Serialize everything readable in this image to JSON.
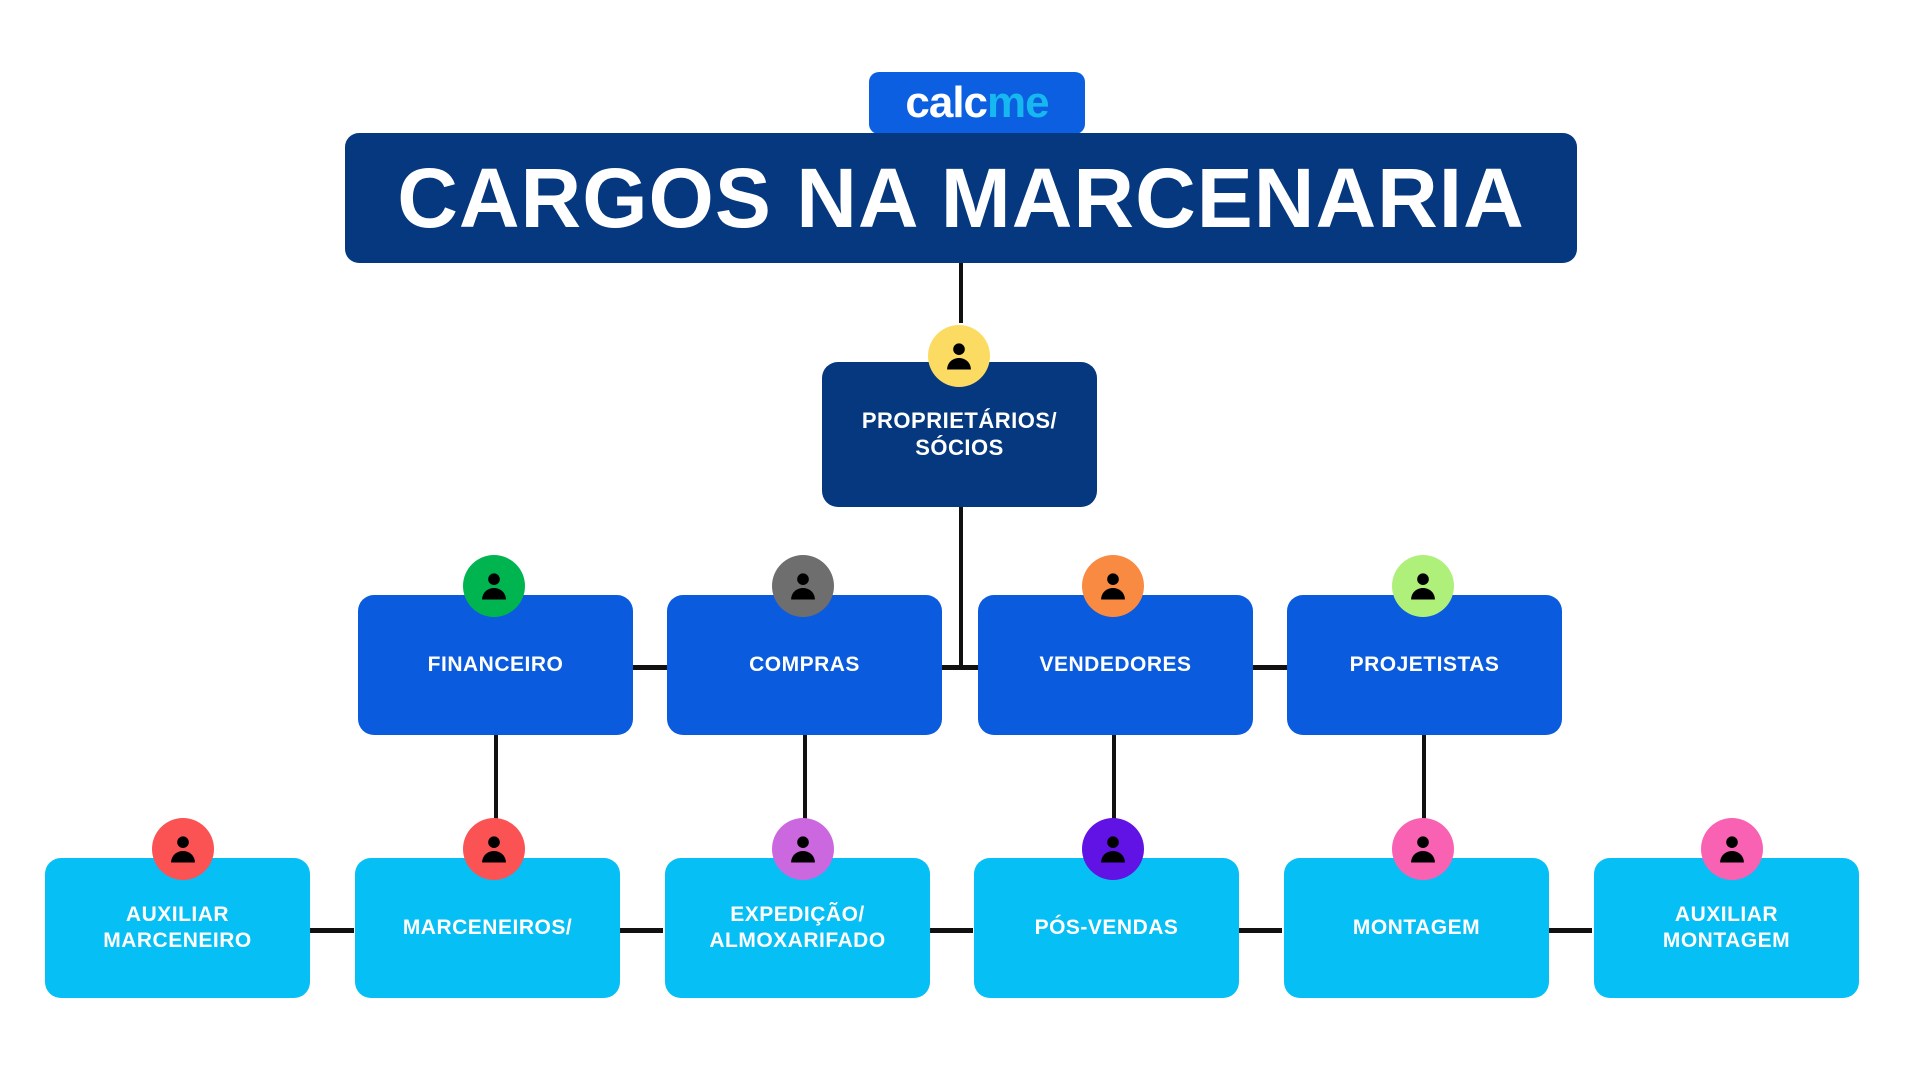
{
  "logo": {
    "part1": "calc",
    "part2": "me",
    "bg": "#0B5FE0",
    "color1": "#FFFFFF",
    "color2": "#17B7F0"
  },
  "header": {
    "title": "CARGOS NA MARCENARIA",
    "bg": "#05387F",
    "color": "#FFFFFF"
  },
  "palette": {
    "navy": "#05387F",
    "blue": "#0B5BDE",
    "cyan": "#06BFF4",
    "line": "#111111",
    "background": "#FFFFFF"
  },
  "chart_data": {
    "type": "diagram",
    "title": "CARGOS NA MARCENARIA",
    "levels": 3
  },
  "org": {
    "root": {
      "label": "PROPRIETÁRIOS/\nSÓCIOS",
      "box_color": "#05387F",
      "avatar_color": "#FCDB63",
      "avatar_icon": "person-icon"
    },
    "level2": [
      {
        "label": "FINANCEIRO",
        "box_color": "#0B5BDE",
        "avatar_color": "#00B54F",
        "avatar_icon": "person-icon"
      },
      {
        "label": "COMPRAS",
        "box_color": "#0B5BDE",
        "avatar_color": "#6E6E6E",
        "avatar_icon": "person-icon"
      },
      {
        "label": "VENDEDORES",
        "box_color": "#0B5BDE",
        "avatar_color": "#F98A42",
        "avatar_icon": "person-icon"
      },
      {
        "label": "PROJETISTAS",
        "box_color": "#0B5BDE",
        "avatar_color": "#AEF07A",
        "avatar_icon": "person-icon"
      }
    ],
    "level3": [
      {
        "label": "AUXILIAR\nMARCENEIRO",
        "box_color": "#06BFF4",
        "avatar_color": "#FB5354",
        "avatar_icon": "person-icon"
      },
      {
        "label": "MARCENEIROS/",
        "box_color": "#06BFF4",
        "avatar_color": "#FB5354",
        "avatar_icon": "person-icon"
      },
      {
        "label": "EXPEDIÇÃO/\nALMOXARIFADO",
        "box_color": "#06BFF4",
        "avatar_color": "#CB68E0",
        "avatar_icon": "person-icon"
      },
      {
        "label": "PÓS-VENDAS",
        "box_color": "#06BFF4",
        "avatar_color": "#6112E4",
        "avatar_icon": "person-icon"
      },
      {
        "label": "MONTAGEM",
        "box_color": "#06BFF4",
        "avatar_color": "#F962B3",
        "avatar_icon": "person-icon"
      },
      {
        "label": "AUXILIAR\nMONTAGEM",
        "box_color": "#06BFF4",
        "avatar_color": "#F962B3",
        "avatar_icon": "person-icon"
      }
    ]
  }
}
